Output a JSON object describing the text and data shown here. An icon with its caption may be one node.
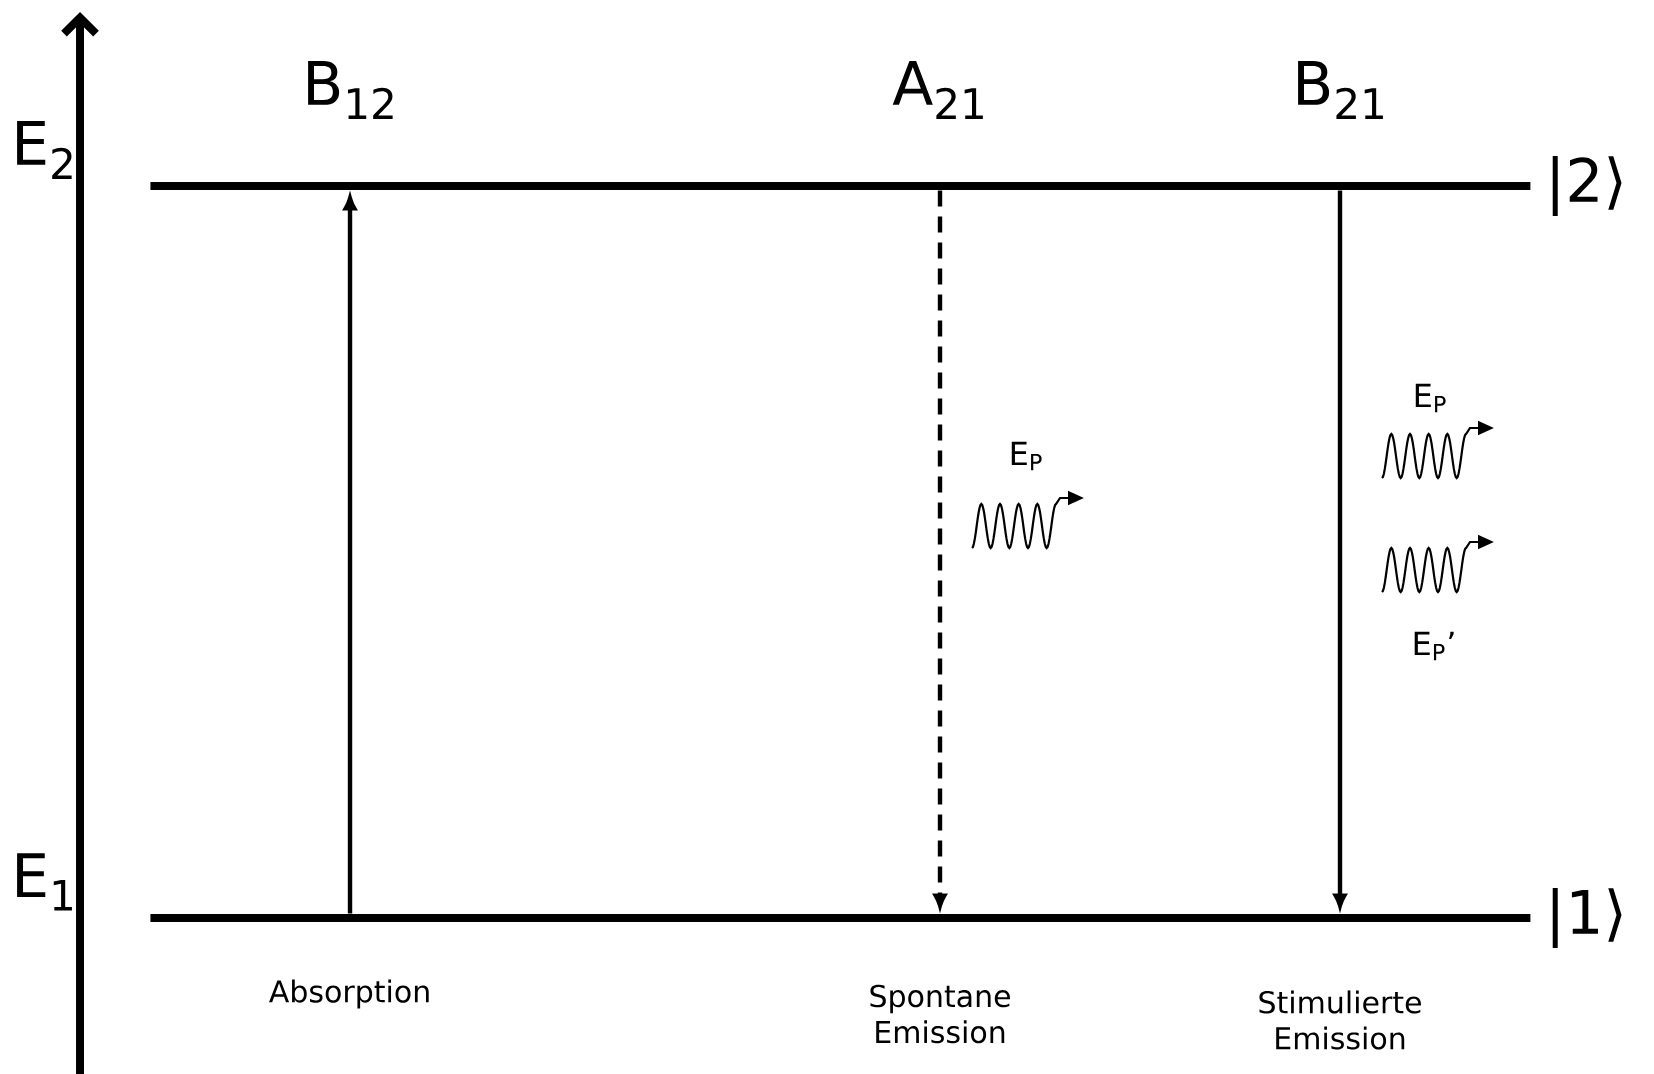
{
  "diagram": {
    "nodes": [
      {
        "text": [],
        "shape": "bar",
        "beside": [
          "E$_{2}$",
          "|2⟩"
        ]
      },
      {
        "text": [],
        "shape": "bar",
        "beside": [
          "E$_{1}$",
          "|1⟩"
        ]
      }
    ],
    "edges": [
      {
        "from": 1,
        "to": 0,
        "arrow": "to"
      },
      {
        "from": 0,
        "to": 1,
        "arrow": "to",
        "style": "dashed"
      },
      {
        "from": 0,
        "to": 1,
        "arrow": "to"
      }
    ],
    "labels": [
      "B$_{12}$",
      "A$_{21}$",
      "B$_{21}$",
      "E$_{P}$",
      "E$_{P}$",
      "E$_{P}$’",
      "Absorption",
      "Spontane Emission",
      "Stimulierte Emission"
    ]
  }
}
